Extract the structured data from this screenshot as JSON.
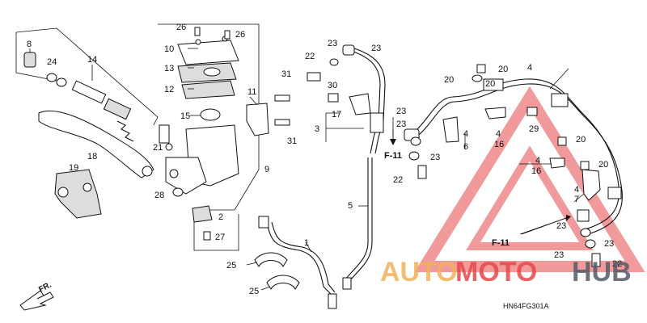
{
  "diagram": {
    "code": "HN64FG301A",
    "direction_label": "FR.",
    "section_ref": "F-11",
    "watermark": {
      "part1": "AUTO",
      "part2": "MOTO",
      "part3": "HUB"
    },
    "callouts": [
      "1",
      "2",
      "3",
      "4",
      "5",
      "6",
      "7",
      "8",
      "9",
      "10",
      "11",
      "12",
      "13",
      "14",
      "15",
      "16",
      "17",
      "18",
      "19",
      "20",
      "21",
      "22",
      "23",
      "24",
      "25",
      "26",
      "27",
      "28",
      "29",
      "30",
      "31"
    ]
  },
  "colors": {
    "line": "#111111",
    "watermark_orange": "#f0b25a",
    "watermark_red": "#e5484b",
    "watermark_grey": "#555a66"
  }
}
